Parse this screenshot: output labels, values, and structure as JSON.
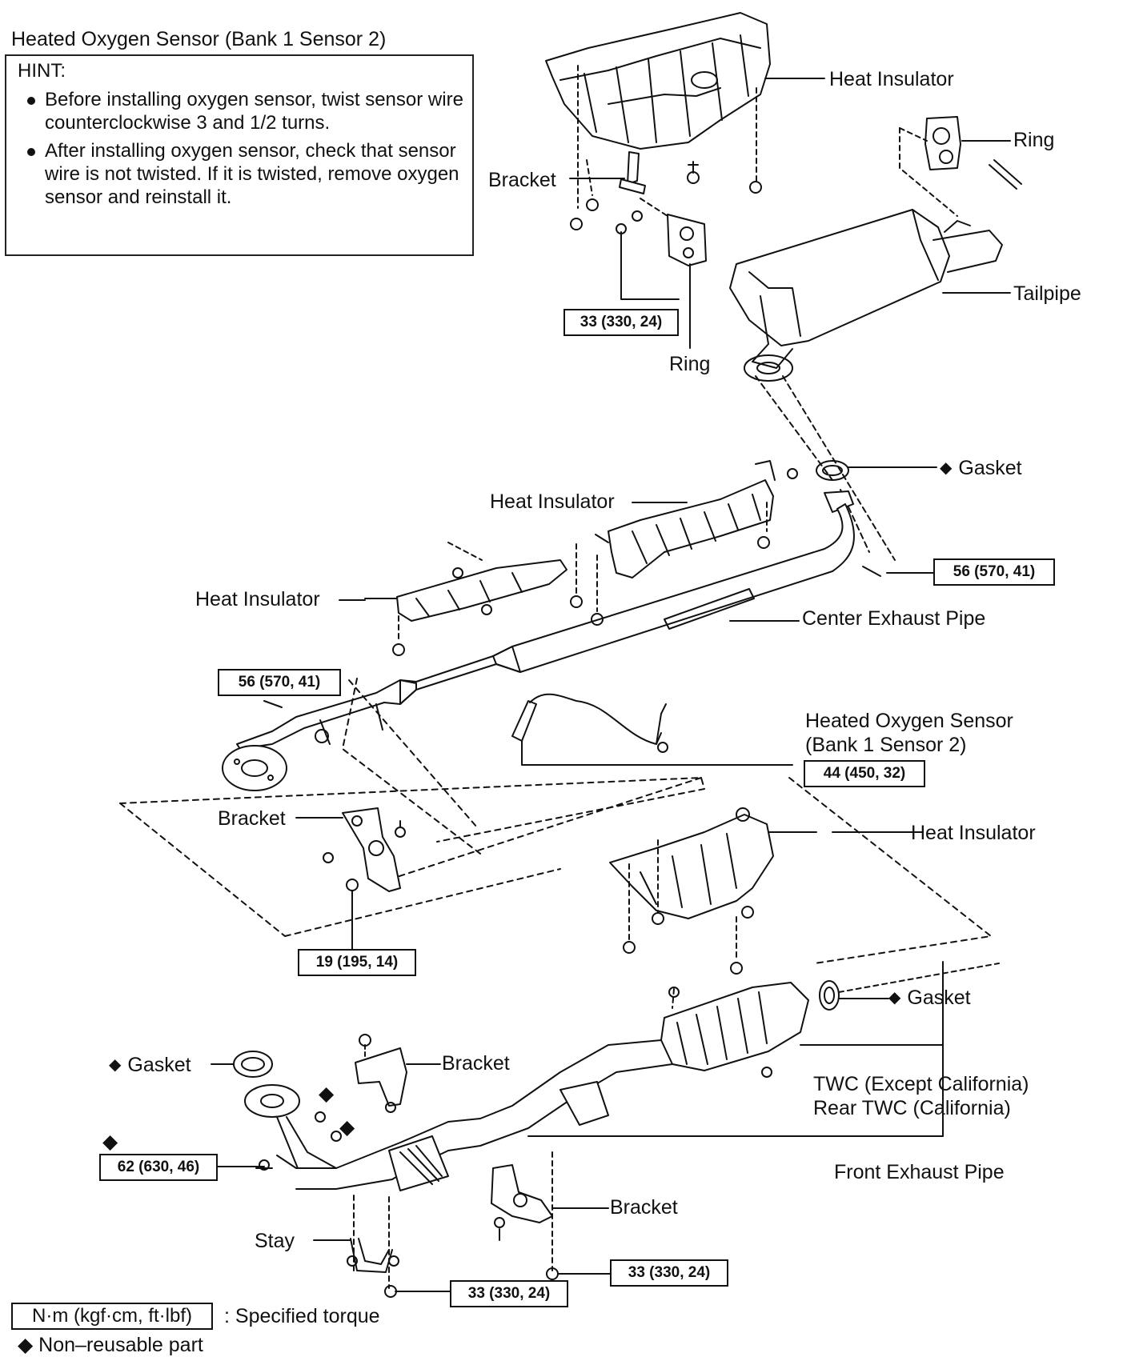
{
  "hint": {
    "title": "Heated Oxygen Sensor (Bank 1 Sensor 2)",
    "label": "HINT:",
    "items": [
      "Before installing oxygen sensor, twist sensor wire counterclockwise 3 and 1/2 turns.",
      "After installing oxygen sensor, check that sensor wire is not twisted. If it is twisted, remove oxygen sensor and reinstall it."
    ]
  },
  "labels": {
    "heat_insulator_top": "Heat Insulator",
    "ring_right": "Ring",
    "bracket_top": "Bracket",
    "tailpipe": "Tailpipe",
    "ring_mid": "Ring",
    "gasket_mid": "Gasket",
    "heat_insulator_mid": "Heat Insulator",
    "heat_insulator_left": "Heat Insulator",
    "center_exhaust_pipe": "Center Exhaust Pipe",
    "oxygen_sensor_line1": "Heated Oxygen Sensor",
    "oxygen_sensor_line2": "(Bank 1 Sensor 2)",
    "bracket_mid": "Bracket",
    "heat_insulator_lower": "Heat Insulator",
    "gasket_lower_right": "Gasket",
    "gasket_lower_left": "Gasket",
    "bracket_lower": "Bracket",
    "twc_line1": "TWC (Except California)",
    "twc_line2": "Rear TWC (California)",
    "front_exhaust_pipe": "Front Exhaust Pipe",
    "bracket_bottom": "Bracket",
    "stay": "Stay"
  },
  "torques": {
    "t_top_33": "33 (330, 24)",
    "t_56_right": "56 (570, 41)",
    "t_56_left": "56 (570, 41)",
    "t_44": "44 (450, 32)",
    "t_19": "19 (195, 14)",
    "t_62": "62 (630, 46)",
    "t_33_right": "33 (330, 24)",
    "t_33_bottom": "33 (330, 24)"
  },
  "symbols": {
    "non_reusable": "◆"
  },
  "legend": {
    "torque_box": "N·m (kgf·cm, ft·lbf)",
    "torque_text": ": Specified torque",
    "non_reusable": "◆ Non–reusable part"
  },
  "colors": {
    "line": "#111111",
    "background": "#ffffff"
  }
}
